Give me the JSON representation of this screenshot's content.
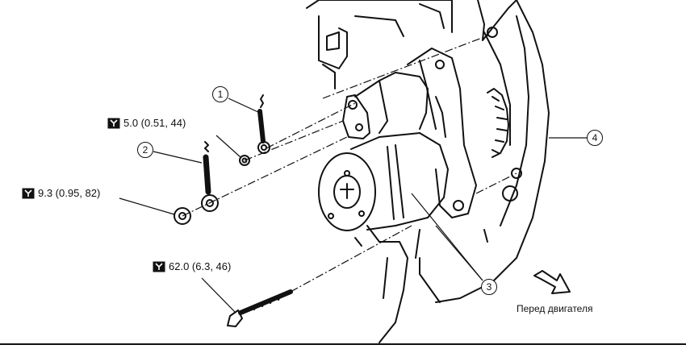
{
  "callouts": {
    "c1": "1",
    "c2": "2",
    "c3": "3",
    "c4": "4"
  },
  "torques": {
    "t1": "5.0 (0.51, 44)",
    "t2": "9.3 (0.95, 82)",
    "t3": "62.0 (6.3, 46)"
  },
  "front_label": "Перед двигателя",
  "icons": {
    "torque": "torque-wrench-icon",
    "front": "front-arrow-icon"
  }
}
